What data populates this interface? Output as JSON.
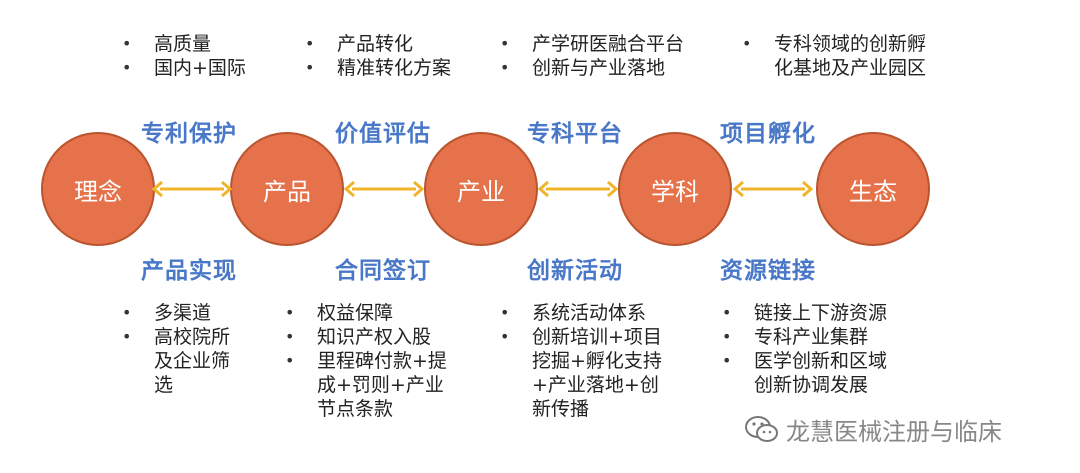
{
  "top_bullets": [
    [
      "高质量",
      "国内+国际"
    ],
    [
      "产品转化",
      "精准转化方案"
    ],
    [
      "产学研医融合平台",
      "创新与产业落地"
    ],
    [
      "专科领域的创新孵化基地及产业园区"
    ]
  ],
  "top_labels": [
    "专利保护",
    "价值评估",
    "专科平台",
    "项目孵化"
  ],
  "nodes": [
    "理念",
    "产品",
    "产业",
    "学科",
    "生态"
  ],
  "bottom_labels": [
    "产品实现",
    "合同签订",
    "创新活动",
    "资源链接"
  ],
  "bottom_bullets": [
    [
      "多渠道",
      "高校院所及企业筛选"
    ],
    [
      "权益保障",
      "知识产权入股",
      "里程碑付款+提成+罚则+产业节点条款"
    ],
    [
      "系统活动体系",
      "创新培训+项目挖掘+孵化支持+产业落地+创新传播"
    ],
    [
      "链接上下游资源",
      "专科产业集群",
      "医学创新和区域创新协调发展"
    ]
  ],
  "watermark": "龙慧医械注册与临床",
  "colors": {
    "node_fill": "#e6724b",
    "label_blue": "#4a78c8",
    "arrow": "#f0b429"
  }
}
